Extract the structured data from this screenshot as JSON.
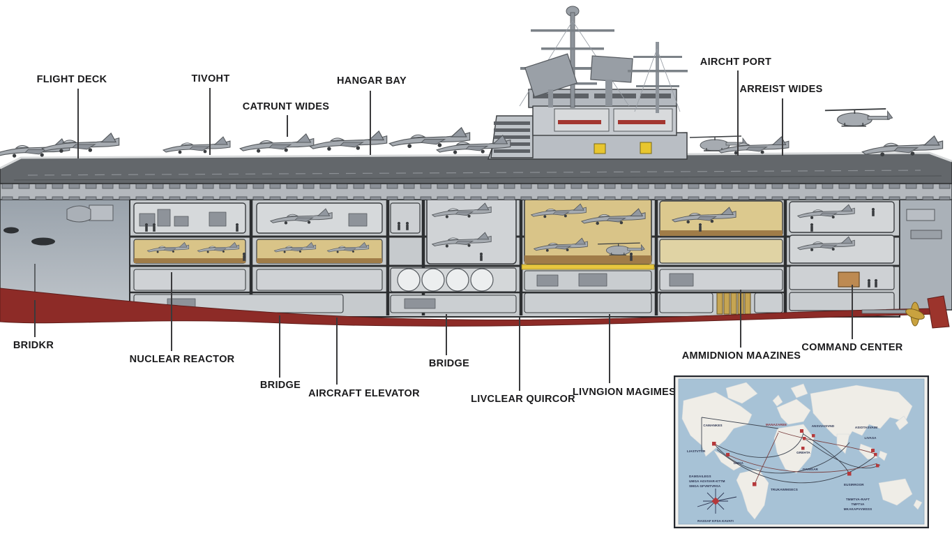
{
  "diagram": {
    "type": "aircraft-carrier-cutaway-illustration",
    "labels_top": [
      {
        "id": "flight-deck",
        "text": "FLIGHT DECK"
      },
      {
        "id": "tivoht",
        "text": "TIVOHT"
      },
      {
        "id": "catrunt-wides",
        "text": "CATRUNT WIDES"
      },
      {
        "id": "hangar-bay",
        "text": "HANGAR BAY"
      },
      {
        "id": "aircht-port",
        "text": "AIRCHT PORT"
      },
      {
        "id": "arreist-wides",
        "text": "ARREIST WIDES"
      }
    ],
    "labels_bottom": [
      {
        "id": "bridkr",
        "text": "BRIDKR"
      },
      {
        "id": "nuclear-reactor",
        "text": "NUCLEAR REACTOR"
      },
      {
        "id": "bridge-forward",
        "text": "BRIDGE"
      },
      {
        "id": "aircraft-elevator",
        "text": "AIRCRAFT ELEVATOR"
      },
      {
        "id": "bridge-mid",
        "text": "BRIDGE"
      },
      {
        "id": "livclear-quircor",
        "text": "LIVCLEAR QUIRCOR"
      },
      {
        "id": "livngion-magimes",
        "text": "LIVNGION MAGIMES"
      },
      {
        "id": "ammidnion-maazines",
        "text": "AMMIDNION MAAZINES"
      },
      {
        "id": "command-center",
        "text": "COMMAND CENTER"
      }
    ],
    "colors": {
      "hull_red": "#8d2b27",
      "deck_gray": "#63676b",
      "hull_gray": "#a7aeb6",
      "hangar_gold": "#d9c488",
      "label_text": "#1a1a1c",
      "map_ocean": "#a7c2d6",
      "map_land": "#efede7",
      "map_route": "#3d4450",
      "map_dot": "#b5393b"
    }
  },
  "map_inset": {
    "description": "world deployment route map with red port markers",
    "labels": [
      {
        "id": "na-label",
        "text": "CAMANKES"
      },
      {
        "id": "eu-label",
        "text": "MANAZAREE"
      },
      {
        "id": "ru-label",
        "text": "ANSVIAISVND"
      },
      {
        "id": "as-label",
        "text": "ASIOTASVAIM"
      },
      {
        "id": "cn-label",
        "text": "LIVASA"
      },
      {
        "id": "us-label",
        "text": "LIASTVTVR"
      },
      {
        "id": "mx-label",
        "text": "DMSA"
      },
      {
        "id": "af-label",
        "text": "GREHTA"
      },
      {
        "id": "in-label",
        "text": "DIVMSAR"
      },
      {
        "id": "io-label",
        "text": "EUSIRROOR"
      },
      {
        "id": "sa-label",
        "text": "TRUKAWIMSECS"
      }
    ],
    "legend_left_lines": [
      "DAMSAILEGS",
      "UMGA AGVIVAR-KTTM",
      "SMGA GFVMTVRSA"
    ],
    "legend_right_lines": [
      "TMMTVA-RAFT",
      "TMFTVA",
      "MKAKAPVVMSSS"
    ],
    "compass_caption": "RASSAF KFSA KAVATI"
  }
}
